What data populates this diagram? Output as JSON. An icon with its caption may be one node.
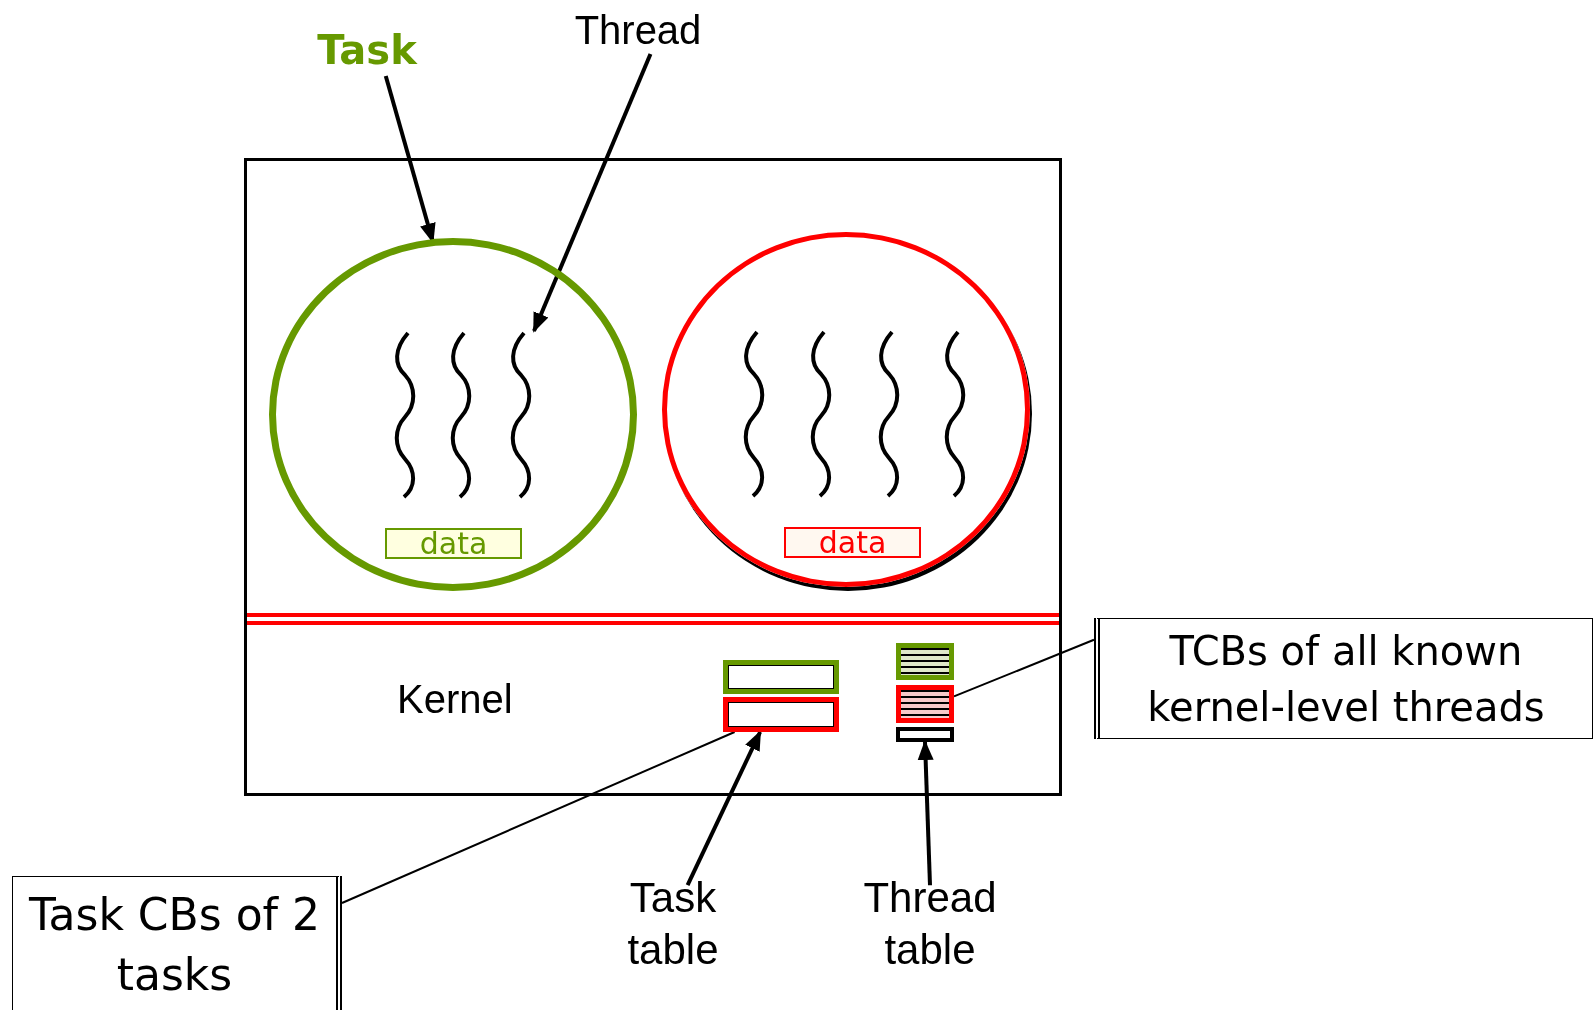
{
  "diagram": {
    "nodes": [
      {
        "text": [
          "Task"
        ]
      },
      {
        "text": [
          "Thread"
        ]
      },
      {
        "text": [],
        "shape": "box"
      },
      {
        "text": [],
        "shape": "circle",
        "in": 2
      },
      {
        "text": [],
        "shape": "picture",
        "in": 3
      },
      {
        "text": [],
        "shape": "picture",
        "in": 3
      },
      {
        "text": [],
        "shape": "picture",
        "in": 3
      },
      {
        "text": [
          "data"
        ],
        "in": 3
      },
      {
        "text": [],
        "shape": "circle",
        "in": 2
      },
      {
        "text": [],
        "shape": "picture",
        "in": 8
      },
      {
        "text": [],
        "shape": "picture",
        "in": 8
      },
      {
        "text": [],
        "shape": "picture",
        "in": 8
      },
      {
        "text": [],
        "shape": "picture",
        "in": 8
      },
      {
        "text": [
          "data"
        ],
        "in": 8
      },
      {
        "text": [
          "Kernel"
        ],
        "in": 2
      },
      {
        "text": [],
        "shape": "box",
        "in": 14
      },
      {
        "text": [],
        "shape": "box",
        "in": 14
      },
      {
        "text": [],
        "shape": "box",
        "in": 14
      },
      {
        "text": [],
        "shape": "box",
        "in": 14
      },
      {
        "text": [],
        "shape": "box",
        "in": 14
      },
      {
        "text": [
          "TCBs of all known kernel-level threads"
        ]
      },
      {
        "text": [
          "Task table"
        ]
      },
      {
        "text": [
          "Thread table"
        ]
      },
      {
        "text": [
          "Task CBs of 2 tasks"
        ]
      }
    ],
    "edges": [
      {
        "from": 0,
        "to": 3,
        "arrow": "to"
      },
      {
        "from": 1,
        "to": 6,
        "arrow": "to"
      },
      {
        "from": 21,
        "to": 16,
        "arrow": "to"
      },
      {
        "from": 22,
        "to": 19,
        "arrow": "to"
      },
      {
        "from": 20,
        "to": 18,
        "arrow": "none"
      },
      {
        "from": 23,
        "to": 16,
        "arrow": "none"
      }
    ]
  }
}
